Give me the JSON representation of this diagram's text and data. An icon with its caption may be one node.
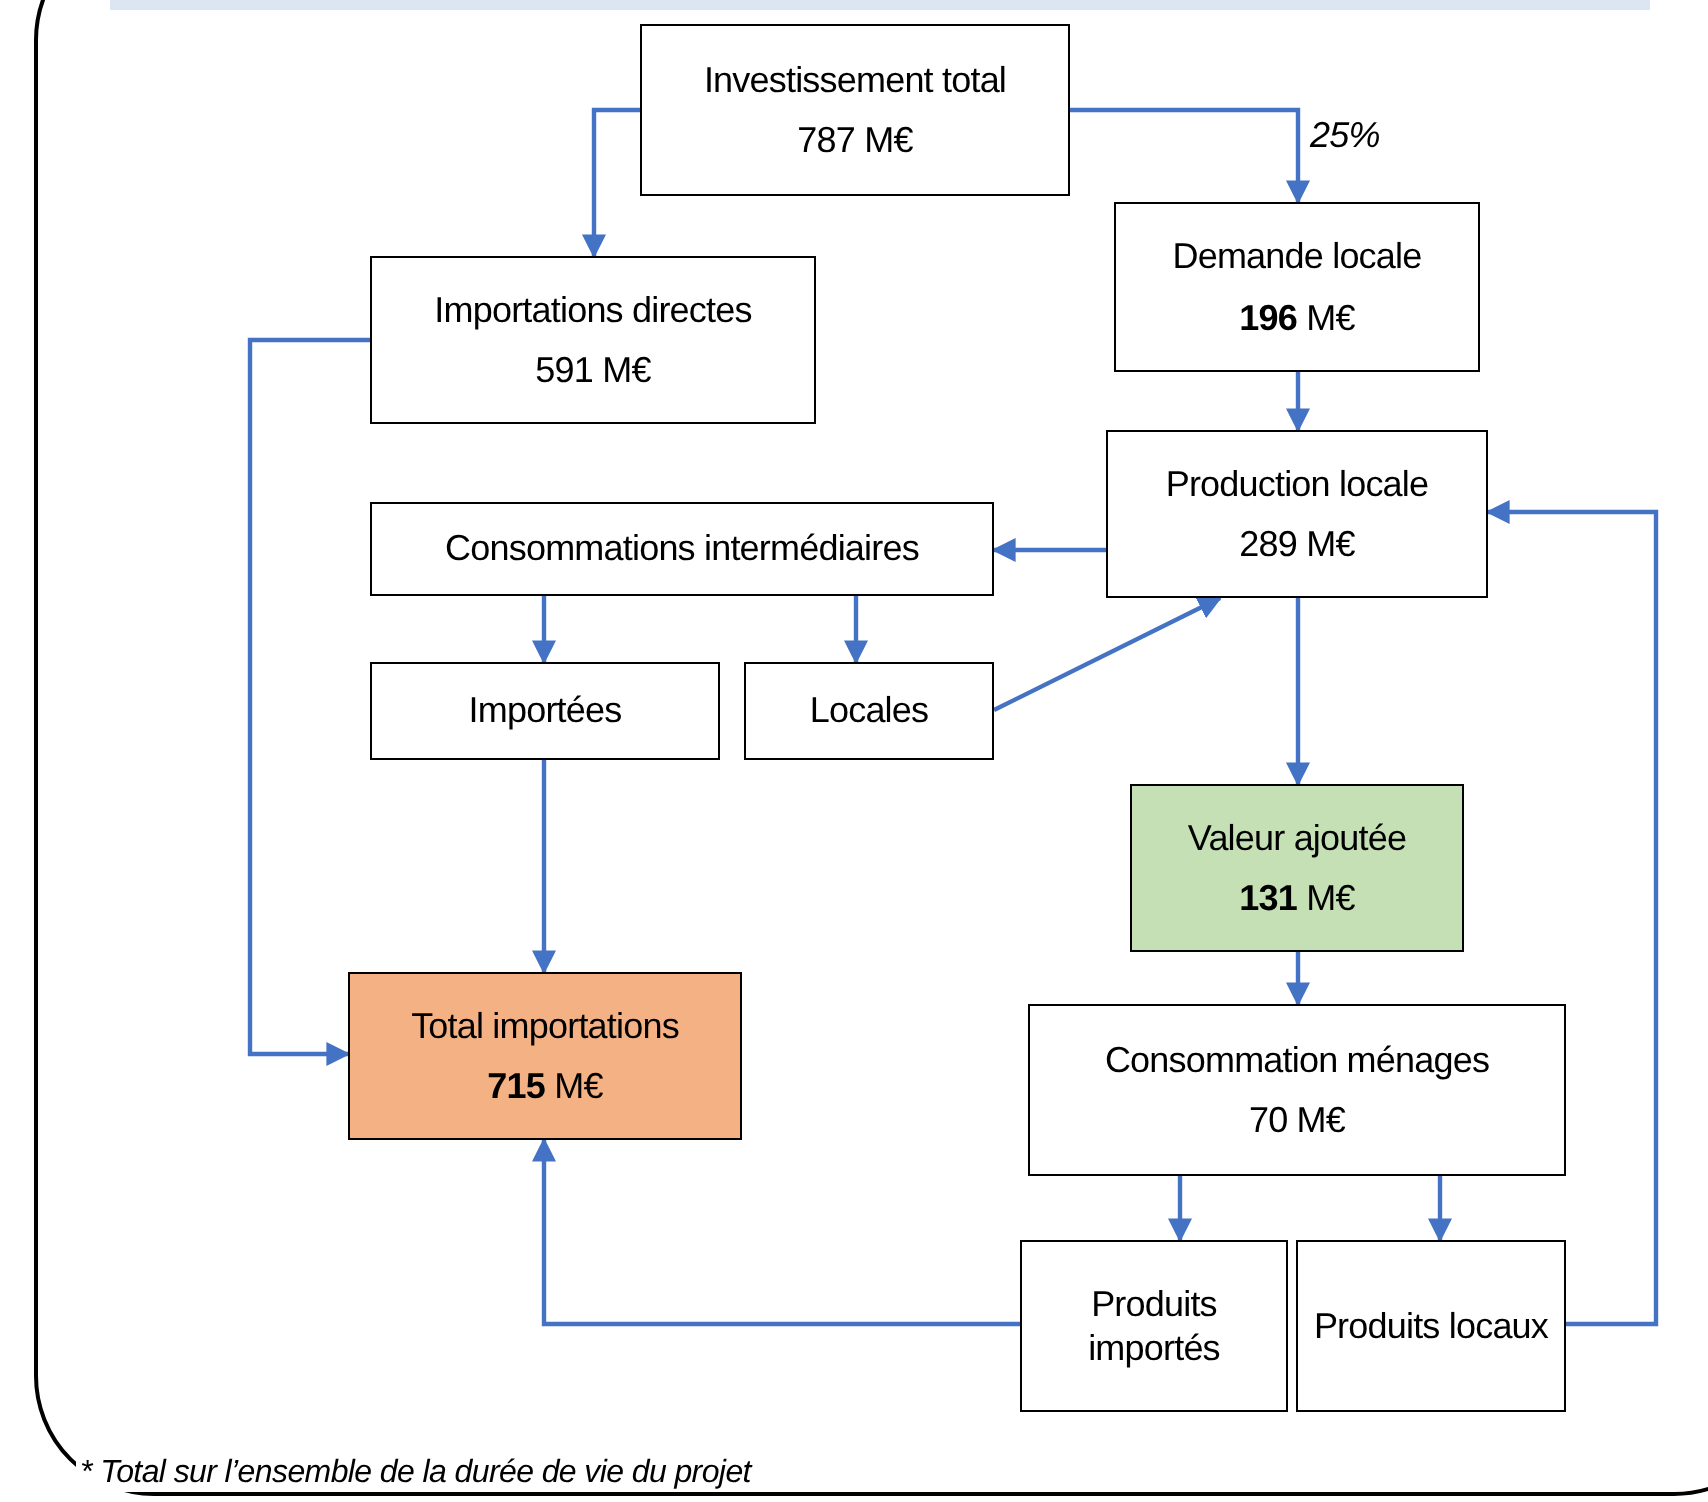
{
  "diagram": {
    "nodes": [
      {
        "text": [
          "Investissement total",
          "787 M€"
        ]
      },
      {
        "text": [
          "Importations directes",
          "591 M€"
        ]
      },
      {
        "text": [
          "Demande locale",
          "**196** M€"
        ]
      },
      {
        "text": [
          "Production locale",
          "289 M€"
        ]
      },
      {
        "text": [
          "Consommations intermédiaires"
        ]
      },
      {
        "text": [
          "Importées"
        ]
      },
      {
        "text": [
          "Locales"
        ]
      },
      {
        "text": [
          "Valeur ajoutée",
          "**131** M€"
        ]
      },
      {
        "text": [
          "Total importations",
          "**715** M€"
        ]
      },
      {
        "text": [
          "Consommation ménages",
          "70 M€"
        ]
      },
      {
        "text": [
          "Produits importés"
        ]
      },
      {
        "text": [
          "Produits locaux"
        ]
      }
    ],
    "edges": [
      {
        "from": 0,
        "to": 1,
        "arrow": "to"
      },
      {
        "from": 0,
        "to": 2,
        "arrow": "to",
        "label": "25%"
      },
      {
        "from": 1,
        "to": 8,
        "arrow": "to"
      },
      {
        "from": 2,
        "to": 3,
        "arrow": "to"
      },
      {
        "from": 3,
        "to": 4,
        "arrow": "to"
      },
      {
        "from": 6,
        "to": 3,
        "arrow": "to"
      },
      {
        "from": 4,
        "to": 5,
        "arrow": "to"
      },
      {
        "from": 4,
        "to": 6,
        "arrow": "to"
      },
      {
        "from": 5,
        "to": 8,
        "arrow": "to"
      },
      {
        "from": 3,
        "to": 7,
        "arrow": "to"
      },
      {
        "from": 7,
        "to": 9,
        "arrow": "to"
      },
      {
        "from": 9,
        "to": 10,
        "arrow": "to"
      },
      {
        "from": 9,
        "to": 11,
        "arrow": "to"
      },
      {
        "from": 10,
        "to": 8,
        "arrow": "to"
      },
      {
        "from": 11,
        "to": 3,
        "arrow": "to"
      }
    ],
    "labels": [
      "* Total sur l’ensemble de la durée de vie du projet"
    ]
  }
}
